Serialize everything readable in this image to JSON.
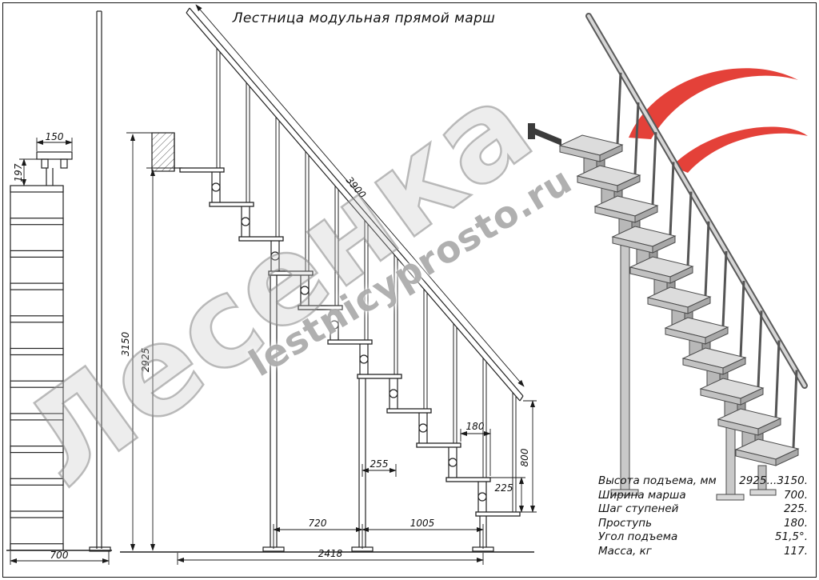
{
  "title": "Лестница модульная прямой марш",
  "watermark": {
    "name": "Лесенка",
    "site": "lestnicyprosto.ru"
  },
  "front_view": {
    "width_top": "150",
    "pitch": "197",
    "width_bottom": "700"
  },
  "side_view": {
    "rail_length": "3900",
    "height_max": "3150",
    "height_min": "2925",
    "tread_depth": "180",
    "module_length": "255",
    "step_rise": "225",
    "end_height": "800",
    "span_mid": "720",
    "span_end": "1005",
    "span_total": "2418"
  },
  "spec_table": {
    "rows": [
      {
        "label": "Высота подъема, мм",
        "value": "2925...3150."
      },
      {
        "label": "Ширина марша",
        "value": "700."
      },
      {
        "label": "Шаг ступеней",
        "value": "225."
      },
      {
        "label": "Проступь",
        "value": "180."
      },
      {
        "label": "Угол подъема",
        "value": "51,5°."
      },
      {
        "label": "Масса, кг",
        "value": "117."
      }
    ]
  }
}
